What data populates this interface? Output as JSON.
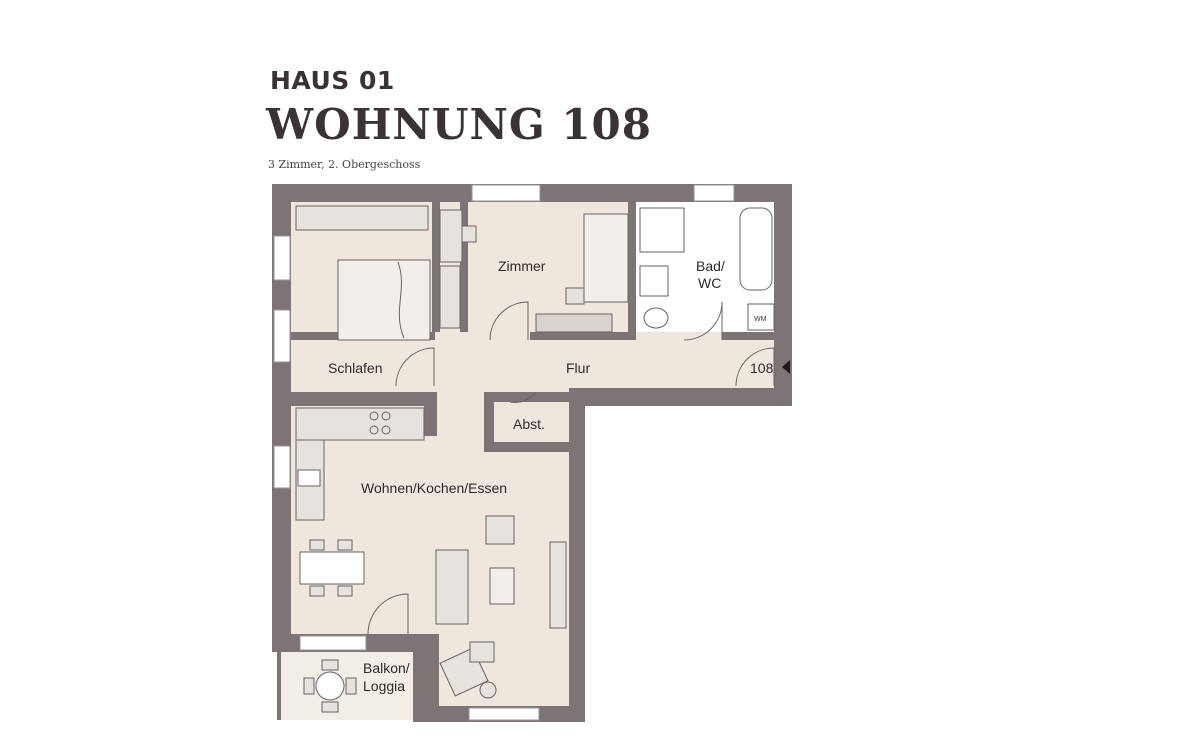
{
  "header": {
    "house": "HAUS 01",
    "unit": "WOHNUNG 108",
    "subtitle": "3 Zimmer, 2. Obergeschoss"
  },
  "rooms": {
    "schlafen": "Schlafen",
    "zimmer": "Zimmer",
    "bad_line1": "Bad/",
    "bad_line2": "WC",
    "flur": "Flur",
    "abst": "Abst.",
    "wohnen": "Wohnen/Kochen/Essen",
    "balkon_line1": "Balkon/",
    "balkon_line2": "Loggia"
  },
  "entrance": {
    "number": "108"
  },
  "fixtures": {
    "washer": "WM"
  },
  "colors": {
    "wall": "#7d7575",
    "floor": "#efe6dd",
    "bath_tile": "#ffffff",
    "furniture_fill": "#e6e2de",
    "furniture_stroke": "#6a6262",
    "text": "#3b3233"
  }
}
